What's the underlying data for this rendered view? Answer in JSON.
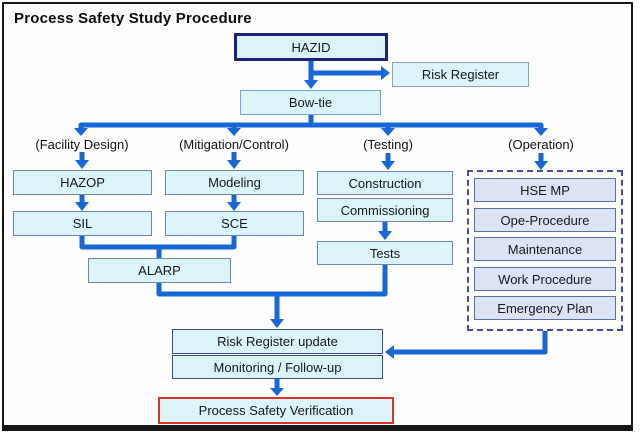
{
  "title": "Process Safety Study Procedure",
  "nodes": {
    "hazid": "HAZID",
    "risk_register": "Risk Register",
    "bowtie": "Bow-tie",
    "hazop": "HAZOP",
    "sil": "SIL",
    "modeling": "Modeling",
    "sce": "SCE",
    "alarp": "ALARP",
    "construction": "Construction",
    "commissioning": "Commissioning",
    "tests": "Tests",
    "hse_mp": "HSE MP",
    "ope_procedure": "Ope-Procedure",
    "maintenance": "Maintenance",
    "work_procedure": "Work Procedure",
    "emergency_plan": "Emergency Plan",
    "risk_register_update": "Risk Register update",
    "monitoring": "Monitoring / Follow-up",
    "process_safety_verification": "Process Safety Verification"
  },
  "branch_labels": {
    "facility_design": "(Facility Design)",
    "mitigation_control": "(Mitigation/Control)",
    "testing": "(Testing)",
    "operation": "(Operation)"
  },
  "colors": {
    "arrow_blue": "#1767d8",
    "box_fill_cyan": "#daf4f9",
    "box_fill_periwinkle": "#dbe3f5",
    "hazid_border_navy": "#1d2080",
    "box_border_slate": "#7085b6",
    "dark_border_slate": "#3d4c82",
    "verification_border_red": "#d8342c",
    "dashed_group_border": "#4a4aab",
    "frame_black": "#161616"
  }
}
